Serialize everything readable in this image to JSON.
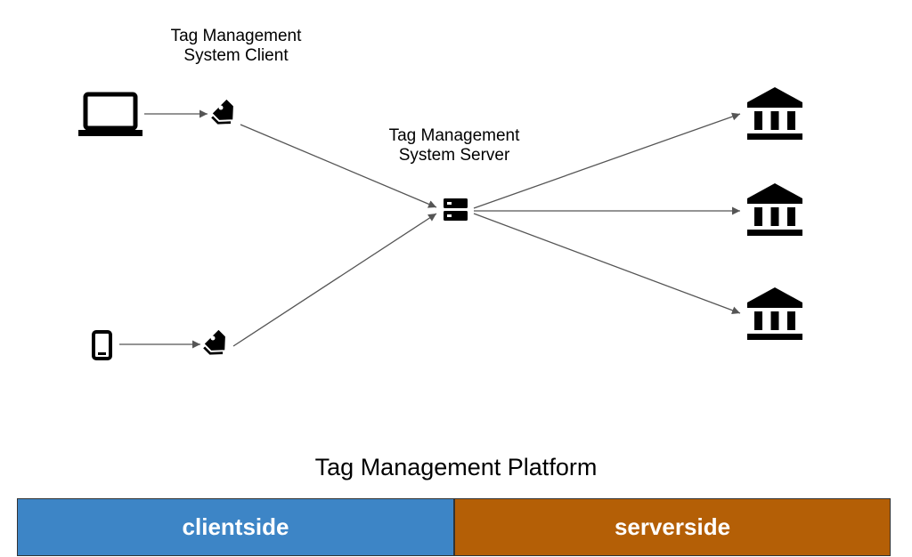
{
  "labels": {
    "client": "Tag Management\nSystem Client",
    "server": "Tag Management\nSystem Server"
  },
  "platform": {
    "title": "Tag Management Platform",
    "clientside_label": "clientside",
    "serverside_label": "serverside"
  },
  "colors": {
    "clientside": "#3d85c6",
    "serverside": "#b45f06",
    "arrow": "#555555",
    "icon": "#000000"
  },
  "icons": {
    "laptop": "laptop-icon",
    "phone": "phone-icon",
    "tag": "tag-icon",
    "server": "server-icon",
    "bank": "bank-icon"
  }
}
